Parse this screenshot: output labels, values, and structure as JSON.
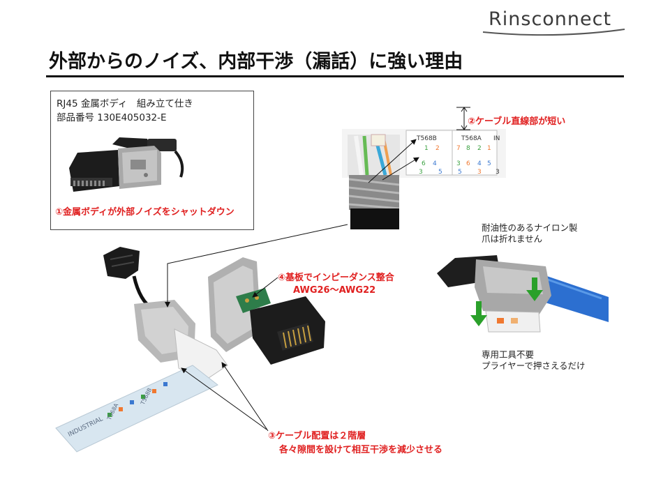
{
  "header": {
    "logo": "Rinsconnect",
    "title": "外部からのノイズ、内部干渉（漏話）に強い理由"
  },
  "spec_box": {
    "line1": "RJ45 金属ボディ　組み立て仕き",
    "line2": "部品番号 130E405032-E",
    "point1": "①金属ボディが外部ノイズをシャットダウン"
  },
  "callouts": {
    "point2": "②ケーブル直線部が短い",
    "point3_line1": "③ケーブル配置は２階層",
    "point3_line2": "各々隙間を設けて相互干渉を減少させる",
    "point4_line1": "④基板でインピーダンス整合",
    "point4_line2": "AWG26～AWG22"
  },
  "notes": {
    "nylon_line1": "耐油性のあるナイロン製",
    "nylon_line2": "爪は折れません",
    "tool_line1": "専用工具不要",
    "tool_line2": "プライヤーで押さえるだけ"
  },
  "wiring_labels": {
    "t568b": "T568B",
    "t568a": "T568A",
    "in": "IN",
    "row1": [
      "1",
      "2",
      "7",
      "8",
      "2",
      "1"
    ],
    "row2": [
      "6",
      "4",
      "3",
      "6",
      "4",
      "5"
    ],
    "row3": [
      "3",
      "5",
      "5",
      "3",
      "3"
    ],
    "strip_label": "INDUSTRIAL",
    "strip_t568a": "T568A",
    "strip_t568b": "T568B"
  },
  "colors": {
    "accent_red": "#e02020",
    "title_text": "#111111",
    "pin_orange": "#f07830",
    "pin_green": "#3aa040",
    "pin_blue": "#3a78d0"
  }
}
